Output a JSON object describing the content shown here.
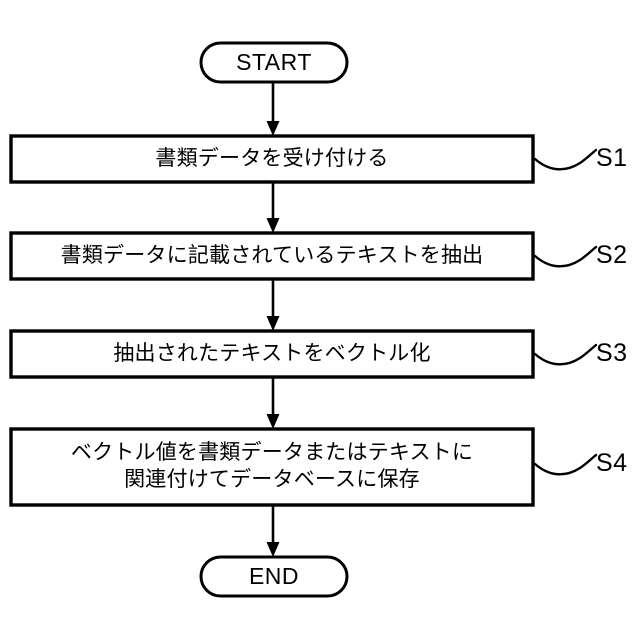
{
  "figure": {
    "type": "flowchart",
    "orientation": "vertical",
    "stroke_color": "#000000",
    "fill_color": "#ffffff",
    "background_color": "#ffffff"
  },
  "nodes": {
    "start": {
      "label": "START",
      "shape": "stadium"
    },
    "end": {
      "label": "END",
      "shape": "stadium"
    },
    "steps": [
      {
        "tag": "S1",
        "shape": "rectangle",
        "text": "書類データを受け付ける"
      },
      {
        "tag": "S2",
        "shape": "rectangle",
        "text": "書類データに記載されているテキストを抽出"
      },
      {
        "tag": "S3",
        "shape": "rectangle",
        "text": "抽出されたテキストをベクトル化"
      },
      {
        "tag": "S4",
        "shape": "rectangle",
        "text": "ベクトル値を書類データまたはテキストに\n関連付けてデータベースに保存"
      }
    ]
  },
  "connectors": {
    "arrow_style": "solid-line-filled-triangle",
    "leader_style": "wavy-curve",
    "sequence": [
      "start -> S1",
      "S1 -> S2",
      "S2 -> S3",
      "S3 -> S4",
      "S4 -> end"
    ]
  }
}
